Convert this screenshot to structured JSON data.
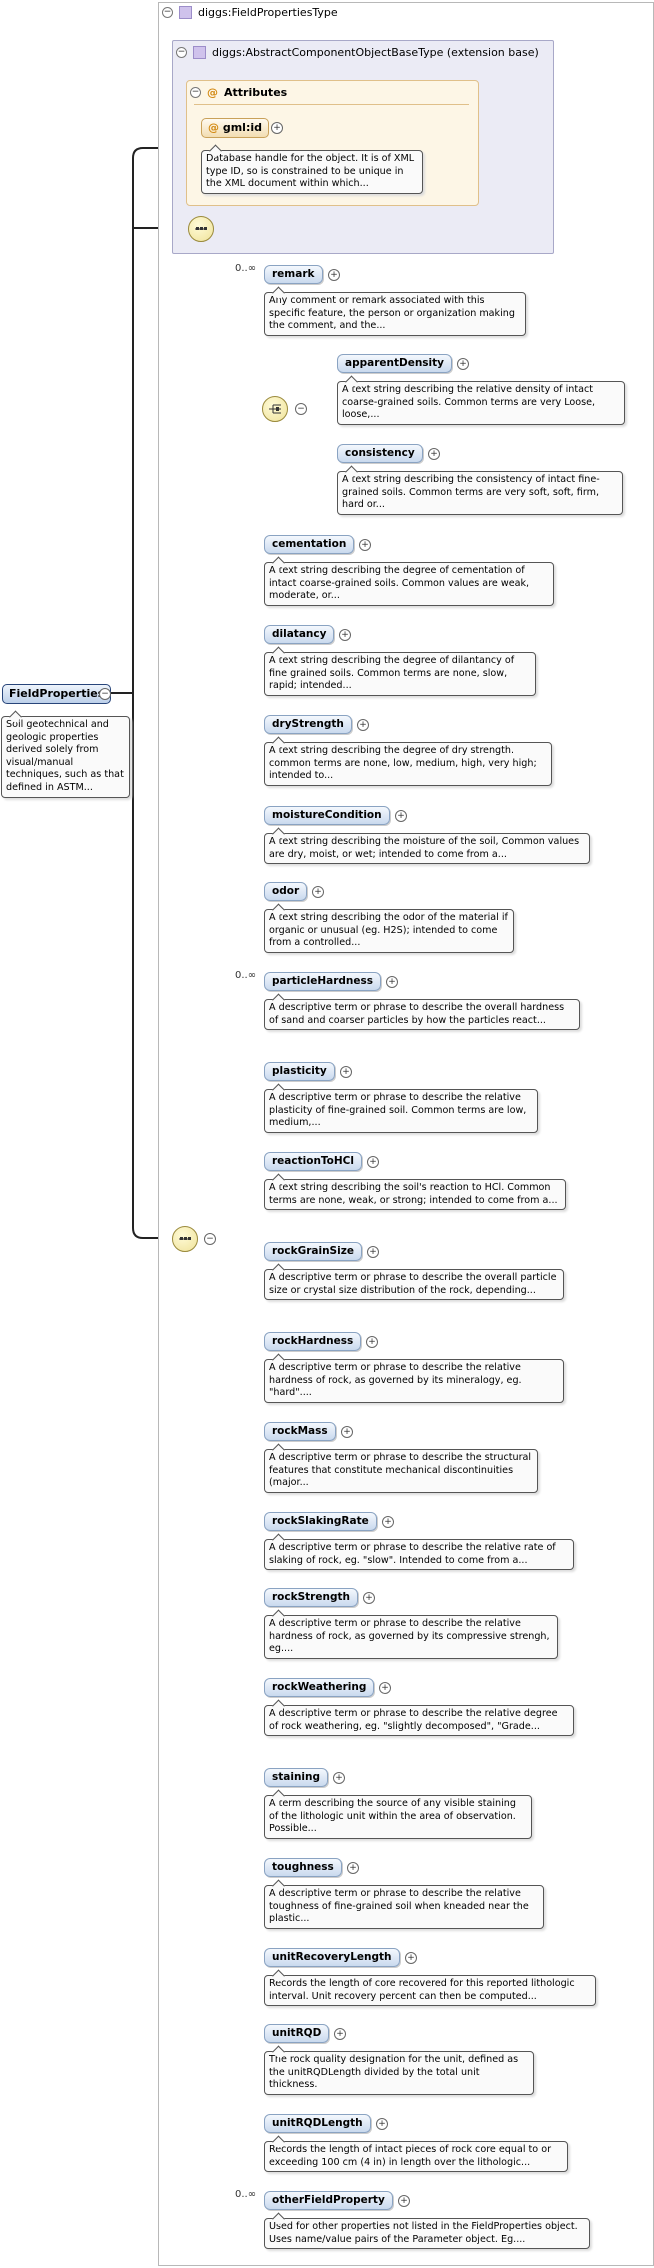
{
  "root": {
    "label": "FieldProperties",
    "desc": "Soil geotechnical and geologic properties derived solely from visual/manual techniques, such as that defined in ASTM..."
  },
  "type_header": {
    "label": "diggs:FieldPropertiesType"
  },
  "extension": {
    "label": "diggs:AbstractComponentObjectBaseType (extension base)"
  },
  "attributes": {
    "label": "Attributes",
    "attr_glyph": "@",
    "gml_id": {
      "label": "gml:id",
      "desc": "Database handle for the object. It is of XML type ID, so is constrained to be unique in the XML document within which..."
    }
  },
  "choice_group": {
    "elements": [
      {
        "label": "apparentDensity",
        "desc": "A text string describing the relative density of intact coarse-grained soils. Common terms are very Loose, loose,..."
      },
      {
        "label": "consistency",
        "desc": "A text string describing the consistency of intact fine-grained soils. Common terms are very soft, soft, firm, hard or..."
      }
    ]
  },
  "elements": [
    {
      "label": "remark",
      "mult": "0..∞",
      "desc": "Any comment or remark associated with this specific feature, the person or organization making the comment, and the..."
    },
    {
      "label": "cementation",
      "mult": "",
      "desc": "A text string describing the degree of cementation of intact coarse-grained soils. Common values are weak, moderate, or..."
    },
    {
      "label": "dilatancy",
      "mult": "",
      "desc": "A text string describing the degree of dilantancy of fine grained soils. Common terms are none, slow, rapid; intended..."
    },
    {
      "label": "dryStrength",
      "mult": "",
      "desc": "A text string describing the degree of dry strength. common terms are none, low, medium, high, very high; intended to..."
    },
    {
      "label": "moistureCondition",
      "mult": "",
      "desc": "A text string describing the moisture of the soil, Common values are dry, moist, or wet; intended to come from a..."
    },
    {
      "label": "odor",
      "mult": "",
      "desc": "A text string describing the odor of the material if organic or unusual (eg. H2S); intended to come from a controlled..."
    },
    {
      "label": "particleHardness",
      "mult": "0..∞",
      "desc": "A descriptive term or phrase to describe the overall hardness of sand and coarser particles by how the particles react..."
    },
    {
      "label": "plasticity",
      "mult": "",
      "desc": "A descriptive term or phrase to describe the relative plasticity of fine-grained soil. Common terms are low, medium,..."
    },
    {
      "label": "reactionToHCl",
      "mult": "",
      "desc": "A text string describing the soil's reaction to HCl. Common terms are none, weak, or strong; intended to come from a..."
    },
    {
      "label": "rockGrainSize",
      "mult": "",
      "desc": "A descriptive term or phrase to describe the overall particle size or crystal size distribution of the rock, depending..."
    },
    {
      "label": "rockHardness",
      "mult": "",
      "desc": "A descriptive term or phrase to describe the relative hardness of rock, as governed by its mineralogy, eg. \"hard\"...."
    },
    {
      "label": "rockMass",
      "mult": "",
      "desc": "A descriptive term or phrase to describe the structural features that constitute mechanical discontinuities (major..."
    },
    {
      "label": "rockSlakingRate",
      "mult": "",
      "desc": "A descriptive term or phrase to describe the relative rate of slaking of rock, eg. \"slow\". Intended to come from a..."
    },
    {
      "label": "rockStrength",
      "mult": "",
      "desc": "A descriptive term or phrase to describe the relative hardness of rock, as governed by its compressive strengh, eg...."
    },
    {
      "label": "rockWeathering",
      "mult": "",
      "desc": "A descriptive term or phrase to describe the relative degree of rock weathering, eg. \"slightly decomposed\", \"Grade..."
    },
    {
      "label": "staining",
      "mult": "",
      "desc": "A term describing the source of any visible staining of the lithologic unit within the area of observation. Possible..."
    },
    {
      "label": "toughness",
      "mult": "",
      "desc": "A descriptive term or phrase to describe the relative toughness of fine-grained soil when kneaded near the plastic..."
    },
    {
      "label": "unitRecoveryLength",
      "mult": "",
      "desc": "Records the length of core recovered for this reported lithologic interval. Unit recovery percent can then be computed..."
    },
    {
      "label": "unitRQD",
      "mult": "",
      "desc": "The rock quality designation for the unit, defined as the unitRQDLength divided by the total unit thickness."
    },
    {
      "label": "unitRQDLength",
      "mult": "",
      "desc": "Records the length of intact pieces of rock core equal to or exceeding 100 cm (4 in) in length over the lithologic..."
    },
    {
      "label": "otherFieldProperty",
      "mult": "0..∞",
      "desc": "Used for other properties not listed in the FieldProperties object. Uses name/value pairs of the Parameter object. Eg...."
    }
  ],
  "icons": {
    "collapse": "minus-circle-icon",
    "expand": "plus-circle-icon",
    "sequence": "sequence-compositor-icon",
    "choice": "choice-compositor-icon",
    "complex_type": "complex-type-icon",
    "attribute": "attribute-at-icon"
  },
  "colors": {
    "node_fill": "#c9d9ee",
    "node_border": "#8aa3c2",
    "extension_fill": "#ebebf5",
    "attributes_fill": "#fdf6e6",
    "compositor_fill": "#efe29a"
  }
}
